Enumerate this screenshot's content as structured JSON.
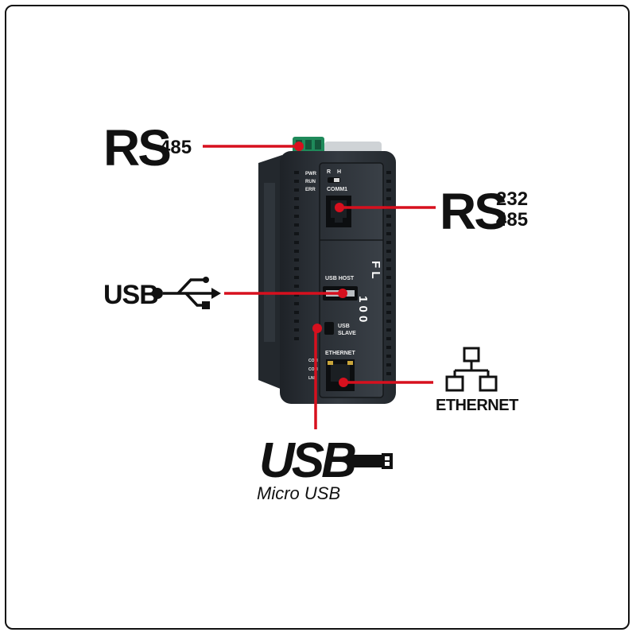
{
  "callouts": {
    "rs485_top": {
      "big": "RS",
      "small": "485"
    },
    "rs232_485": {
      "big": "RS",
      "small_top": "232",
      "small_bottom": "485"
    },
    "usb": {
      "text": "USB"
    },
    "ethernet": {
      "text": "ETHERNET"
    },
    "micro_usb": {
      "logo": "USB",
      "caption": "Micro USB"
    }
  },
  "device": {
    "leds": [
      "PWR",
      "RUN",
      "ERR"
    ],
    "switch_labels": [
      "R",
      "H"
    ],
    "port_comm1": "COMM1",
    "port_usb_host": "USB HOST",
    "port_usb_slave_1": "USB",
    "port_usb_slave_2": "SLAVE",
    "port_ethernet": "ETHERNET",
    "model_line1": "F L",
    "model_line2": "1 0 0",
    "status_leds": [
      "COM",
      "COM",
      "LNK"
    ]
  },
  "colors": {
    "accent": "#d7101e",
    "ink": "#111111",
    "device_body": "#2b3036",
    "device_dark": "#1b1f24",
    "connector_green": "#1f8a5a"
  }
}
